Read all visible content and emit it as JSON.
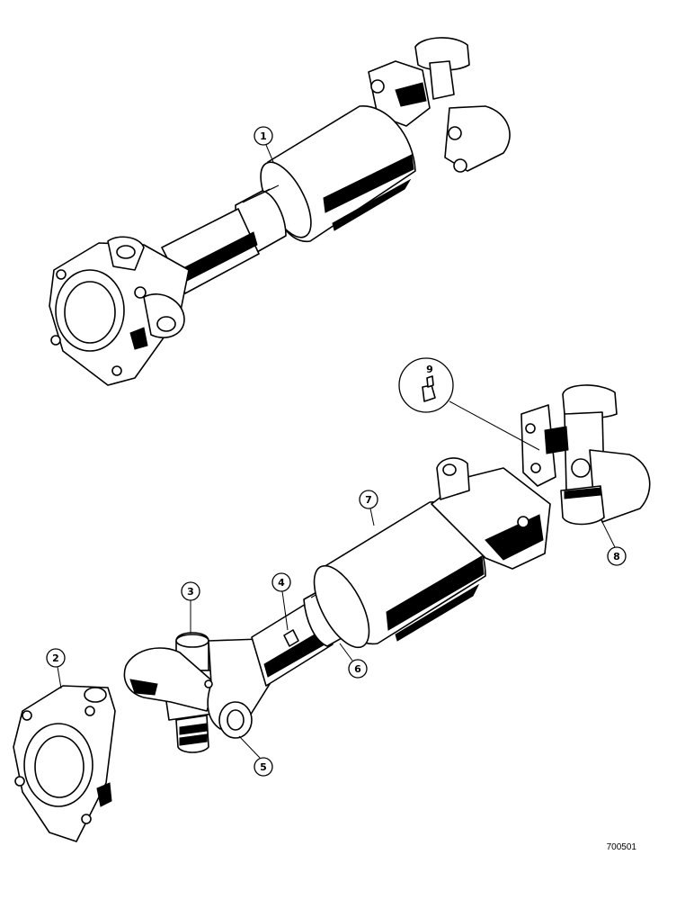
{
  "diagram": {
    "callouts": [
      {
        "id": "c1",
        "label": "1"
      },
      {
        "id": "c2",
        "label": "2"
      },
      {
        "id": "c3",
        "label": "3"
      },
      {
        "id": "c4",
        "label": "4"
      },
      {
        "id": "c5",
        "label": "5"
      },
      {
        "id": "c6",
        "label": "6"
      },
      {
        "id": "c7",
        "label": "7"
      },
      {
        "id": "c8",
        "label": "8"
      },
      {
        "id": "c9",
        "label": "9"
      }
    ],
    "figure_number": "700501"
  }
}
